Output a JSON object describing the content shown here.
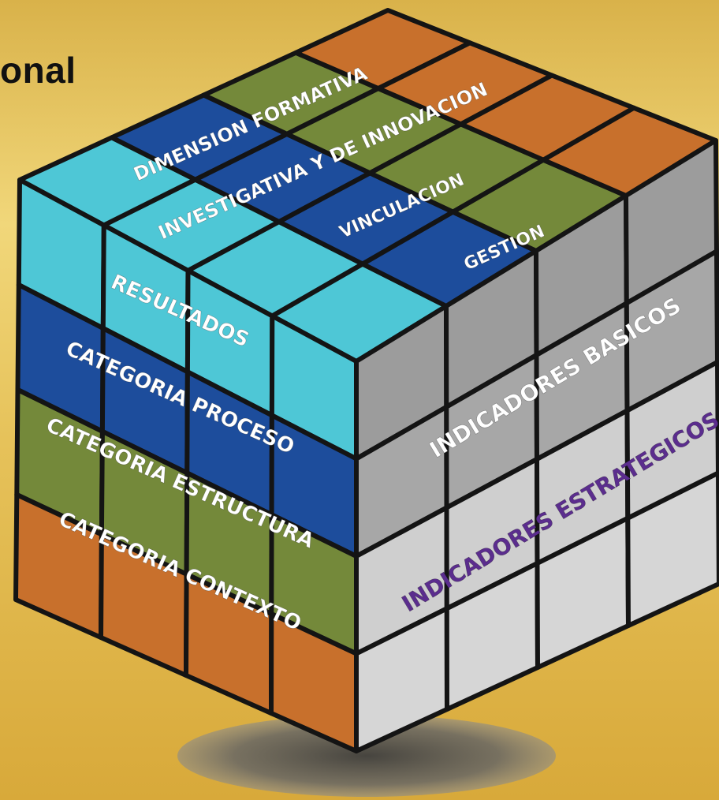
{
  "heading_text": "onal",
  "top_face": {
    "rows": [
      {
        "label": "DIMENSION FORMATIVA",
        "color": "#c8702c"
      },
      {
        "label": "INVESTIGATIVA Y DE INNOVACION",
        "color": "#74893a"
      },
      {
        "label": "VINCULACION",
        "color": "#1d4d9c"
      },
      {
        "label": "GESTION",
        "color": "#4ec7d6"
      }
    ]
  },
  "left_face": {
    "rows": [
      {
        "label": "RESULTADOS",
        "color": "#4ec7d6"
      },
      {
        "label": "CATEGORIA PROCESO",
        "color": "#1d4d9c"
      },
      {
        "label": "CATEGORIA ESTRUCTURA",
        "color": "#74893a"
      },
      {
        "label": "CATEGORIA CONTEXTO",
        "color": "#c8702c"
      }
    ]
  },
  "right_face": {
    "rows": [
      {
        "label": "INDICADORES BASICOS",
        "color": "#9c9c9c"
      },
      {
        "label": "",
        "color": "#a7a7a7"
      },
      {
        "label": "INDICADORES ESTRATEGICOS",
        "color": "#cfcfcf"
      },
      {
        "label": "",
        "color": "#d6d6d6"
      }
    ]
  },
  "colors": {
    "grid_line": "#141414",
    "label_on_color": "#ffffff",
    "label_strategic": "#5b2d8e",
    "shadow": "#6b6b6b"
  }
}
